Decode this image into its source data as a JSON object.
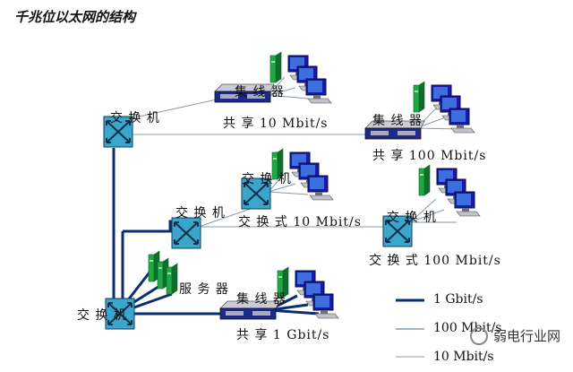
{
  "title": "千兆位以太网的结构",
  "labels": {
    "switch_top": "交 换 机",
    "hub_top": "集 线 器",
    "hub_top_speed": "共 享 10 Mbit/s",
    "hub_right": "集 线 器",
    "hub_right_speed": "共 享 100 Mbit/s",
    "switch_mid_top": "交 换 机",
    "switch_mid_left": "交 换 机",
    "switch_mid_speed": "交 换 式 10 Mbit/s",
    "switch_right": "交 换 机",
    "switch_right_speed": "交 换 式 100 Mbit/s",
    "server": "服 务 器",
    "hub_bottom": "集 线 器",
    "hub_bottom_speed": "共 享 1 Gbit/s",
    "switch_core": "交 换 机"
  },
  "legend": [
    {
      "label": "1 Gbit/s",
      "style": "thick"
    },
    {
      "label": "100 Mbit/s",
      "style": "medium"
    },
    {
      "label": "10 Mbit/s",
      "style": "thin"
    }
  ],
  "watermark": "弱电行业网",
  "colors": {
    "switch": "#2f9fc4",
    "thick_line": "#0b2e6e",
    "thin_line": "#8a9aa8",
    "monitor": "#1a1aa8",
    "tower": "#1f9e3a"
  }
}
